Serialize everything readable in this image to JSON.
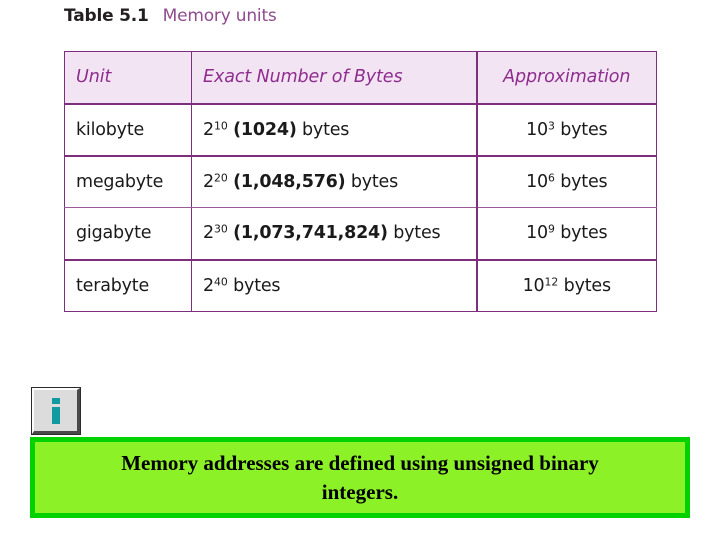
{
  "caption": {
    "label": "Table 5.1",
    "title": "Memory units",
    "label_color": "#231f20",
    "title_color": "#8e4b8e"
  },
  "table": {
    "headers": [
      "Unit",
      "Exact Number of Bytes",
      "Approximation"
    ],
    "header_bg": "#f3e4f3",
    "header_text_color": "#8e2d8e",
    "border_color": "#7d2e7d",
    "rows": [
      {
        "unit": "kilobyte",
        "exact_base": "2",
        "exact_exp": "10",
        "exact_paren": "(1024)",
        "exact_suffix": "bytes",
        "approx_base": "10",
        "approx_exp": "3",
        "approx_suffix": "bytes"
      },
      {
        "unit": "megabyte",
        "exact_base": "2",
        "exact_exp": "20",
        "exact_paren": "(1,048,576)",
        "exact_suffix": "bytes",
        "approx_base": "10",
        "approx_exp": "6",
        "approx_suffix": "bytes"
      },
      {
        "unit": "gigabyte",
        "exact_base": "2",
        "exact_exp": "30",
        "exact_paren": "(1,073,741,824)",
        "exact_suffix": "bytes",
        "approx_base": "10",
        "approx_exp": "9",
        "approx_suffix": "bytes"
      },
      {
        "unit": "terabyte",
        "exact_base": "2",
        "exact_exp": "40",
        "exact_paren": "",
        "exact_suffix": "bytes",
        "approx_base": "10",
        "approx_exp": "12",
        "approx_suffix": "bytes"
      }
    ]
  },
  "info_button": {
    "icon": "info-icon",
    "glyph": "i",
    "glyph_color": "#0f9ba0",
    "face_color": "#dcdcdc"
  },
  "callout": {
    "text": "Memory addresses are defined using unsigned binary integers.",
    "fill_color": "#8cf227",
    "border_color": "#00d200",
    "text_color": "#000000"
  }
}
